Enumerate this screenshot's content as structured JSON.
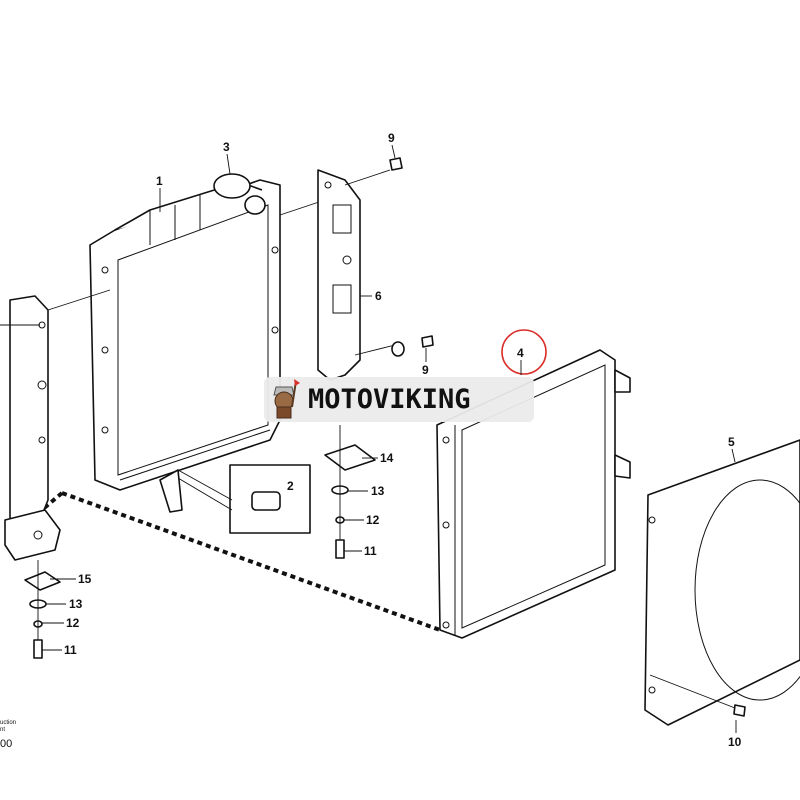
{
  "diagram": {
    "callouts": {
      "c1": "1",
      "c2": "2",
      "c3": "3",
      "c4": "4",
      "c5": "5",
      "c6": "6",
      "c9a": "9",
      "c9b": "9",
      "c10": "10",
      "c11a": "11",
      "c11b": "11",
      "c12a": "12",
      "c12b": "12",
      "c13a": "13",
      "c13b": "13",
      "c14": "14",
      "c15": "15"
    },
    "highlight_color": "#d9302c",
    "corner_text": {
      "line1": "uction",
      "line2": "nt",
      "line3": "00"
    }
  },
  "watermark": {
    "text": "MOTOVIKING"
  }
}
